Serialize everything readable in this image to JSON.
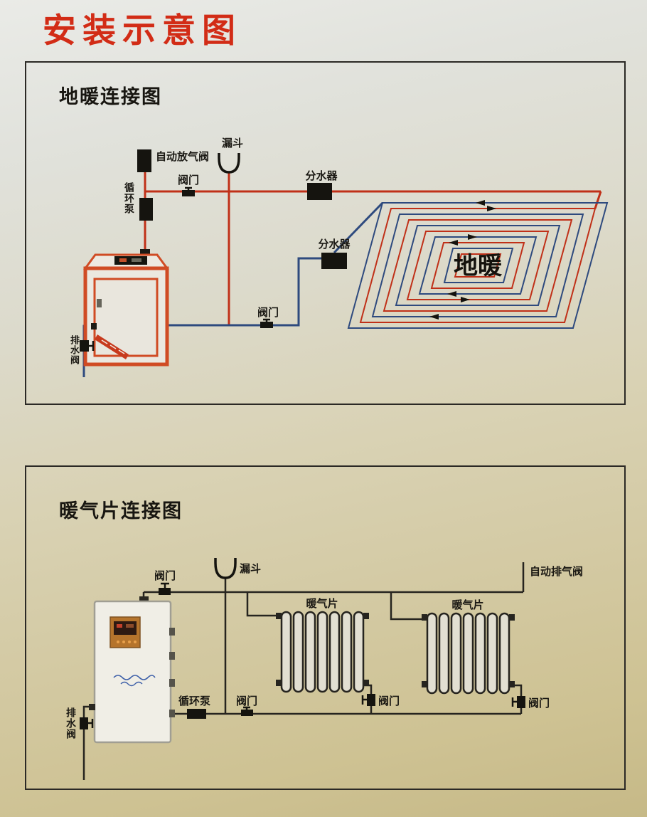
{
  "page_title": "安装示意图",
  "panel_floor_heating": {
    "title": "地暖连接图",
    "labels": {
      "auto_air_release_valve": "自动放气阀",
      "funnel": "漏斗",
      "supply_valve": "阀门",
      "manifold_upper": "分水器",
      "manifold_lower": "分水器",
      "circulation_pump": "循环泵",
      "return_valve": "阀门",
      "drain_valve": "排水阀",
      "coil_center": "地暖"
    }
  },
  "panel_radiator": {
    "title": "暖气片连接图",
    "labels": {
      "supply_valve": "阀门",
      "funnel": "漏斗",
      "auto_exhaust_valve": "自动排气阀",
      "radiator_1": "暖气片",
      "radiator_2": "暖气片",
      "radiator_1_valve": "阀门",
      "radiator_2_valve": "阀门",
      "circulation_pump": "循环泵",
      "return_valve": "阀门",
      "drain_valve": "排水阀"
    }
  },
  "colors": {
    "title_red": "#d22c16",
    "pipe_red": "#c03018",
    "pipe_blue": "#2e4a7e",
    "boiler_orange": "#d04b24",
    "line_black": "#26241f"
  }
}
